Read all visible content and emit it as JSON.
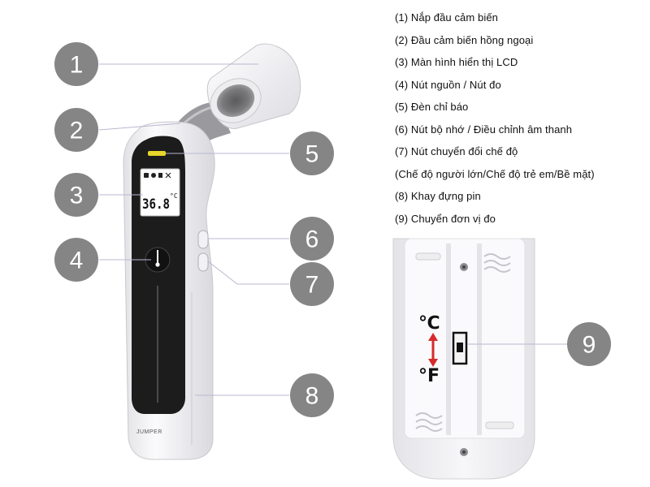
{
  "legend": [
    "(1) Nắp đầu cảm biến",
    "(2) Đầu cảm biến hồng ngoại",
    "(3) Màn hình hiển thị LCD",
    "(4) Nút nguồn / Nút đo",
    "(5) Đèn chỉ báo",
    "(6) Nút bộ nhớ / Điều chỉnh âm thanh",
    "(7) Nút chuyển đổi chế độ",
    "(Chế độ người lớn/Chế độ trẻ em/Bề mặt)",
    "(8) Khay đựng pin",
    "(9) Chuyển đơn vị đo"
  ],
  "callouts": [
    "1",
    "2",
    "3",
    "4",
    "5",
    "6",
    "7",
    "8",
    "9"
  ],
  "device": {
    "lcd_reading": "36.8",
    "lcd_unit": "°C",
    "brand": "JUMPER"
  },
  "battery_tray": {
    "unit_celsius": "℃",
    "unit_fahrenheit": "°F"
  },
  "colors": {
    "callout_fill": "#858585",
    "leader_line": "#b8b8d0",
    "device_body": "#f4f4f6",
    "device_face": "#1c1c1c",
    "indicator": "#e8d62a",
    "switch_arrow": "#d62b2b"
  }
}
